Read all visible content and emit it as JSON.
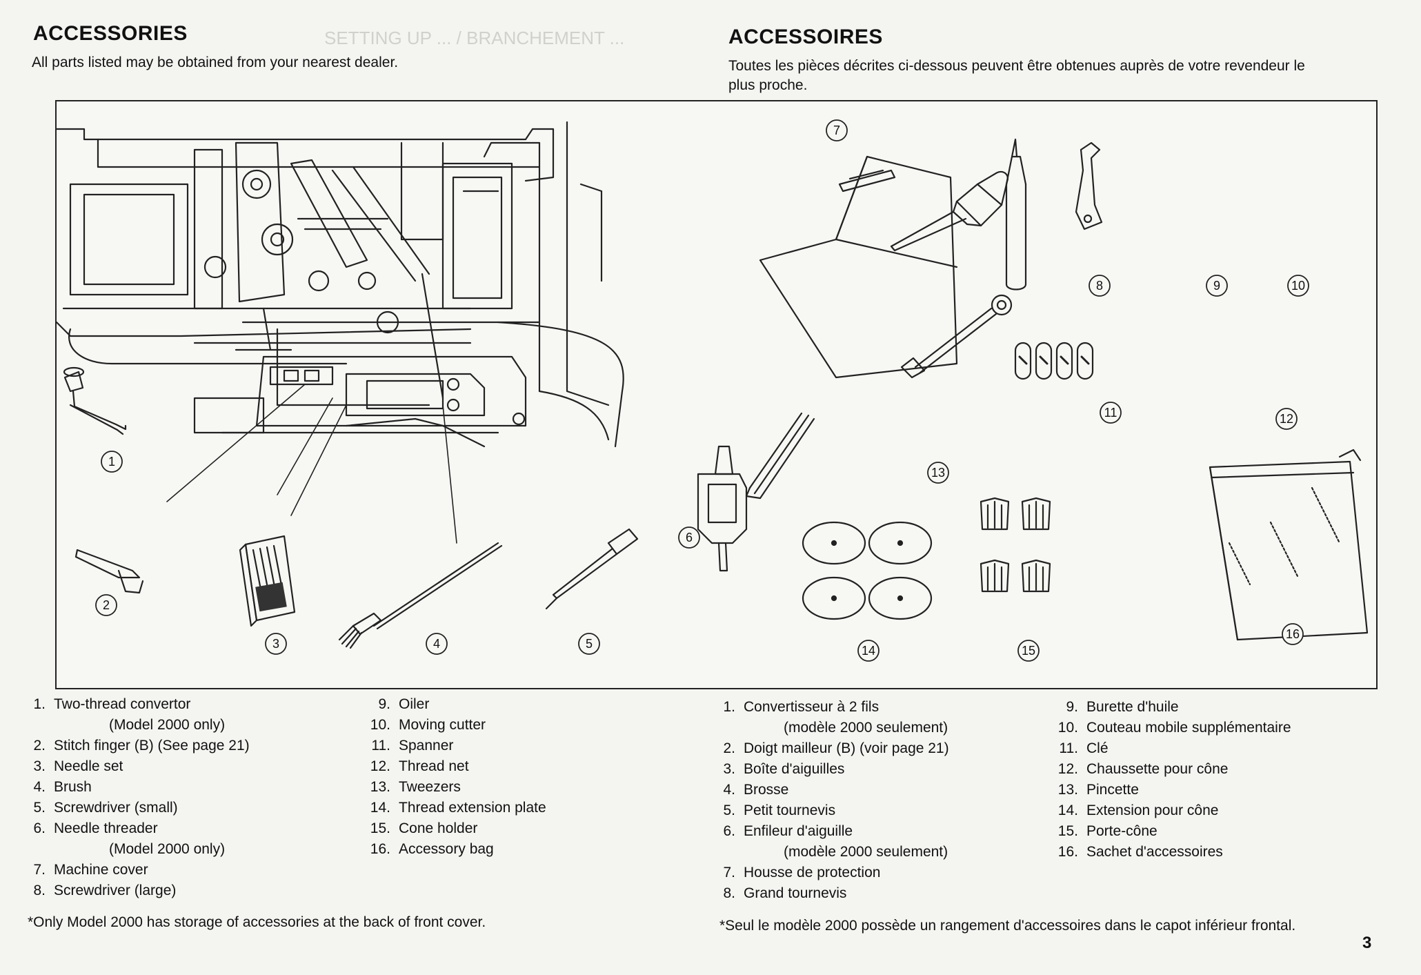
{
  "left": {
    "title": "ACCESSORIES",
    "intro": "All parts listed may be obtained from your nearest dealer.",
    "items": [
      {
        "n": "1.",
        "text": "Two-thread convertor",
        "cont": "(Model 2000 only)"
      },
      {
        "n": "2.",
        "text": "Stitch finger (B) (See page 21)"
      },
      {
        "n": "3.",
        "text": "Needle set"
      },
      {
        "n": "4.",
        "text": "Brush"
      },
      {
        "n": "5.",
        "text": "Screwdriver (small)"
      },
      {
        "n": "6.",
        "text": "Needle threader",
        "cont": "(Model 2000 only)"
      },
      {
        "n": "7.",
        "text": "Machine cover"
      },
      {
        "n": "8.",
        "text": "Screwdriver (large)"
      },
      {
        "n": "9.",
        "text": "Oiler"
      },
      {
        "n": "10.",
        "text": "Moving cutter"
      },
      {
        "n": "11.",
        "text": "Spanner"
      },
      {
        "n": "12.",
        "text": "Thread net"
      },
      {
        "n": "13.",
        "text": "Tweezers"
      },
      {
        "n": "14.",
        "text": "Thread extension plate"
      },
      {
        "n": "15.",
        "text": "Cone holder"
      },
      {
        "n": "16.",
        "text": "Accessory bag"
      }
    ],
    "note": "*Only Model 2000 has storage of accessories at the back of front cover."
  },
  "right": {
    "title": "ACCESSOIRES",
    "intro": "Toutes les pièces décrites ci-dessous peuvent être obtenues auprès de votre revendeur le plus proche.",
    "items": [
      {
        "n": "1.",
        "text": "Convertisseur à 2 fils",
        "cont": "(modèle 2000 seulement)"
      },
      {
        "n": "2.",
        "text": "Doigt mailleur (B) (voir page 21)"
      },
      {
        "n": "3.",
        "text": "Boîte d'aiguilles"
      },
      {
        "n": "4.",
        "text": "Brosse"
      },
      {
        "n": "5.",
        "text": "Petit tournevis"
      },
      {
        "n": "6.",
        "text": "Enfileur d'aiguille",
        "cont": "(modèle 2000 seulement)"
      },
      {
        "n": "7.",
        "text": "Housse de protection"
      },
      {
        "n": "8.",
        "text": "Grand tournevis"
      },
      {
        "n": "9.",
        "text": "Burette d'huile"
      },
      {
        "n": "10.",
        "text": "Couteau mobile supplémentaire"
      },
      {
        "n": "11.",
        "text": "Clé"
      },
      {
        "n": "12.",
        "text": "Chaussette pour cône"
      },
      {
        "n": "13.",
        "text": "Pincette"
      },
      {
        "n": "14.",
        "text": "Extension pour cône"
      },
      {
        "n": "15.",
        "text": "Porte-cône"
      },
      {
        "n": "16.",
        "text": "Sachet d'accessoires"
      }
    ],
    "note": "*Seul le modèle 2000 possède un rangement d'accessoires dans le capot inférieur frontal."
  },
  "callouts": [
    "①",
    "②",
    "③",
    "④",
    "⑤",
    "⑥",
    "⑦",
    "⑧",
    "⑨",
    "⑩",
    "⑪",
    "⑫",
    "⑬",
    "⑭",
    "⑮",
    "⑯"
  ],
  "page_number": "3"
}
